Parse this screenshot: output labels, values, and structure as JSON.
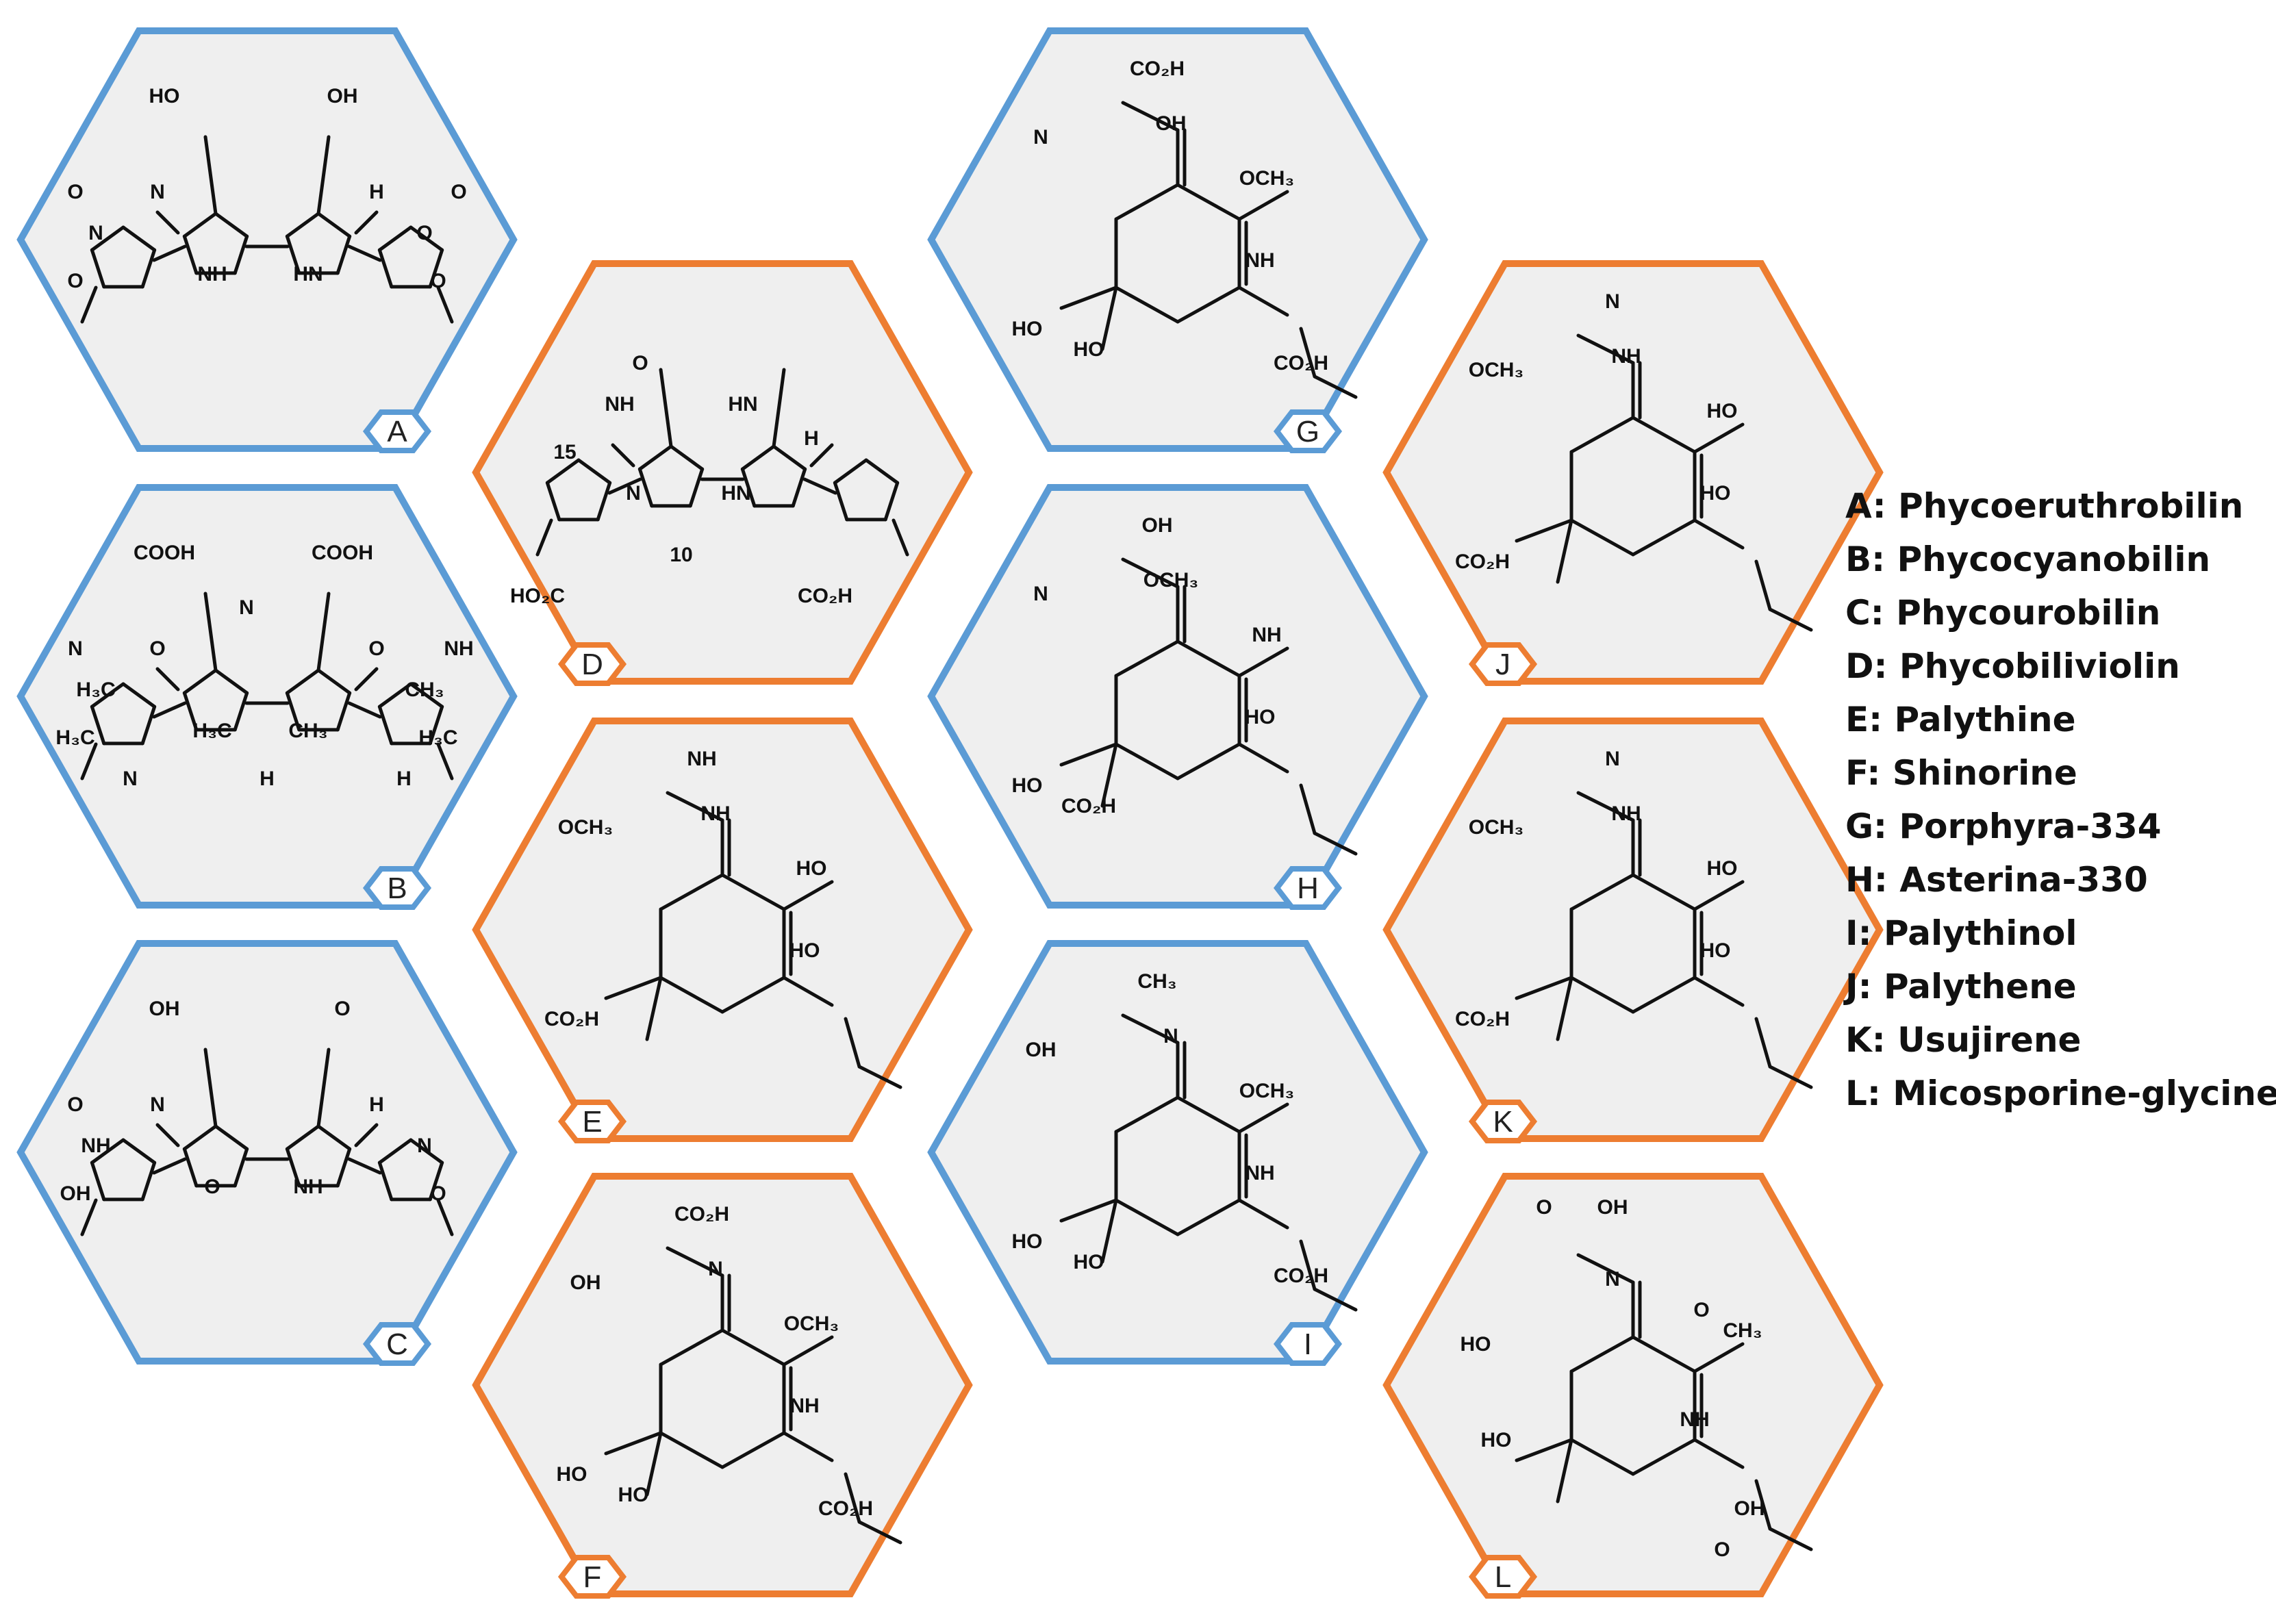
{
  "colors": {
    "bilin": "#5b9bd5",
    "mycosporine": "#ed7d31",
    "panel_fill": "#efefef",
    "line": "#111111"
  },
  "panels": [
    {
      "id": "A",
      "group": "bilin",
      "atoms": [
        "HO",
        "OH",
        "O",
        "O",
        "NH",
        "HN",
        "N",
        "O",
        "N",
        "H",
        "O",
        "O"
      ]
    },
    {
      "id": "B",
      "group": "bilin",
      "atoms": [
        "COOH",
        "COOH",
        "H₃C",
        "H₃C",
        "H₃C",
        "CH₃",
        "H₃C",
        "CH₃",
        "O",
        "O",
        "N",
        "NH",
        "N",
        "H",
        "H",
        "N"
      ]
    },
    {
      "id": "C",
      "group": "bilin",
      "atoms": [
        "OH",
        "O",
        "OH",
        "O",
        "O",
        "NH",
        "NH",
        "N",
        "N",
        "H",
        "O"
      ]
    },
    {
      "id": "D",
      "group": "mycosporine",
      "atoms": [
        "O",
        "NH",
        "HN",
        "H",
        "15",
        "N",
        "HN",
        "10",
        "HO₂C",
        "CO₂H"
      ]
    },
    {
      "id": "E",
      "group": "mycosporine",
      "atoms": [
        "NH",
        "OCH₃",
        "NH",
        "HO",
        "HO",
        "CO₂H"
      ]
    },
    {
      "id": "F",
      "group": "mycosporine",
      "atoms": [
        "CO₂H",
        "OH",
        "N",
        "OCH₃",
        "NH",
        "HO",
        "HO",
        "CO₂H"
      ]
    },
    {
      "id": "G",
      "group": "bilin",
      "atoms": [
        "CO₂H",
        "N",
        "OH",
        "OCH₃",
        "NH",
        "HO",
        "HO",
        "CO₂H"
      ]
    },
    {
      "id": "H",
      "group": "bilin",
      "atoms": [
        "OH",
        "N",
        "OCH₃",
        "NH",
        "HO",
        "HO",
        "CO₂H"
      ]
    },
    {
      "id": "I",
      "group": "bilin",
      "atoms": [
        "CH₃",
        "OH",
        "N",
        "OCH₃",
        "NH",
        "HO",
        "HO",
        "CO₂H"
      ]
    },
    {
      "id": "J",
      "group": "mycosporine",
      "atoms": [
        "N",
        "OCH₃",
        "NH",
        "HO",
        "HO",
        "CO₂H"
      ]
    },
    {
      "id": "K",
      "group": "mycosporine",
      "atoms": [
        "N",
        "OCH₃",
        "NH",
        "HO",
        "HO",
        "CO₂H"
      ]
    },
    {
      "id": "L",
      "group": "mycosporine",
      "atoms": [
        "O",
        "OH",
        "N",
        "O",
        "CH₃",
        "HO",
        "HO",
        "NH",
        "OH",
        "O"
      ]
    }
  ],
  "legend": [
    "A: Phycoeruthrobilin",
    "B: Phycocyanobilin",
    "C: Phycourobilin",
    "D: Phycobiliviolin",
    "E: Palythine",
    "F: Shinorine",
    "G: Porphyra-334",
    "H: Asterina-330",
    "I: Palythinol",
    "J: Palythene",
    "K: Usujirene",
    "L: Micosporine-glycine"
  ]
}
